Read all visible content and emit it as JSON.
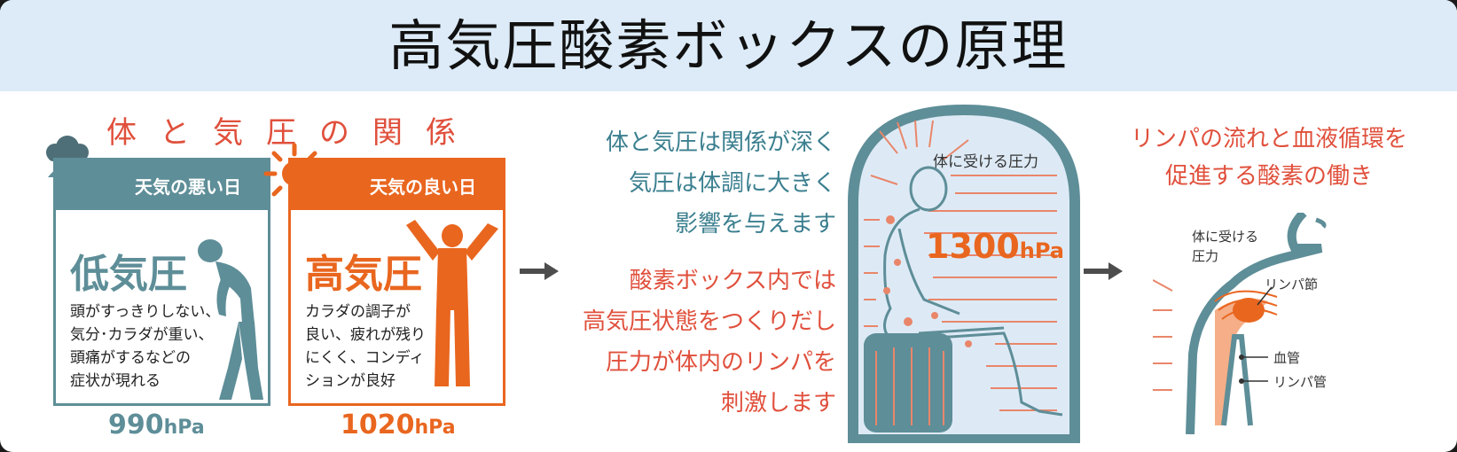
{
  "title": "高気圧酸素ボックスの原理",
  "relation": {
    "heading": "体と気圧の関係",
    "bad_day": {
      "label": "天気の悪い日",
      "pressure_type": "低気圧",
      "description": "頭がすっきりしない、\n気分･カラダが重い、\n頭痛がするなどの\n症状が現れる",
      "pressure_value": "990",
      "unit": "hPa",
      "icon": "umbrella-cloud-icon",
      "color": "#5e8e98"
    },
    "good_day": {
      "label": "天気の良い日",
      "pressure_type": "高気圧",
      "description": "カラダの調子が\n良い、疲れが残り\nにくく、コンディ\nションが良好",
      "pressure_value": "1020",
      "unit": "hPa",
      "icon": "sun-icon",
      "color": "#e9661f"
    }
  },
  "middle": {
    "text_blue": "体と気圧は関係が深く\n気圧は体調に大きく\n影響を与えます",
    "text_red": "酸素ボックス内では\n高気圧状態をつくりだし\n圧力が体内のリンパを\n刺激します",
    "box_label": "体に受ける圧力",
    "box_pressure_value": "1300",
    "box_pressure_unit": "hPa"
  },
  "right": {
    "title": "リンパの流れと血液循環を\n促進する酸素の働き",
    "label_pressure": "体に受ける\n圧力",
    "label_lymph_node": "リンパ節",
    "label_blood_vessel": "血管",
    "label_lymph_vessel": "リンパ管"
  },
  "colors": {
    "teal": "#5e8e98",
    "orange": "#e9661f",
    "red": "#e0503c",
    "header_bg": "#dcebf7"
  }
}
